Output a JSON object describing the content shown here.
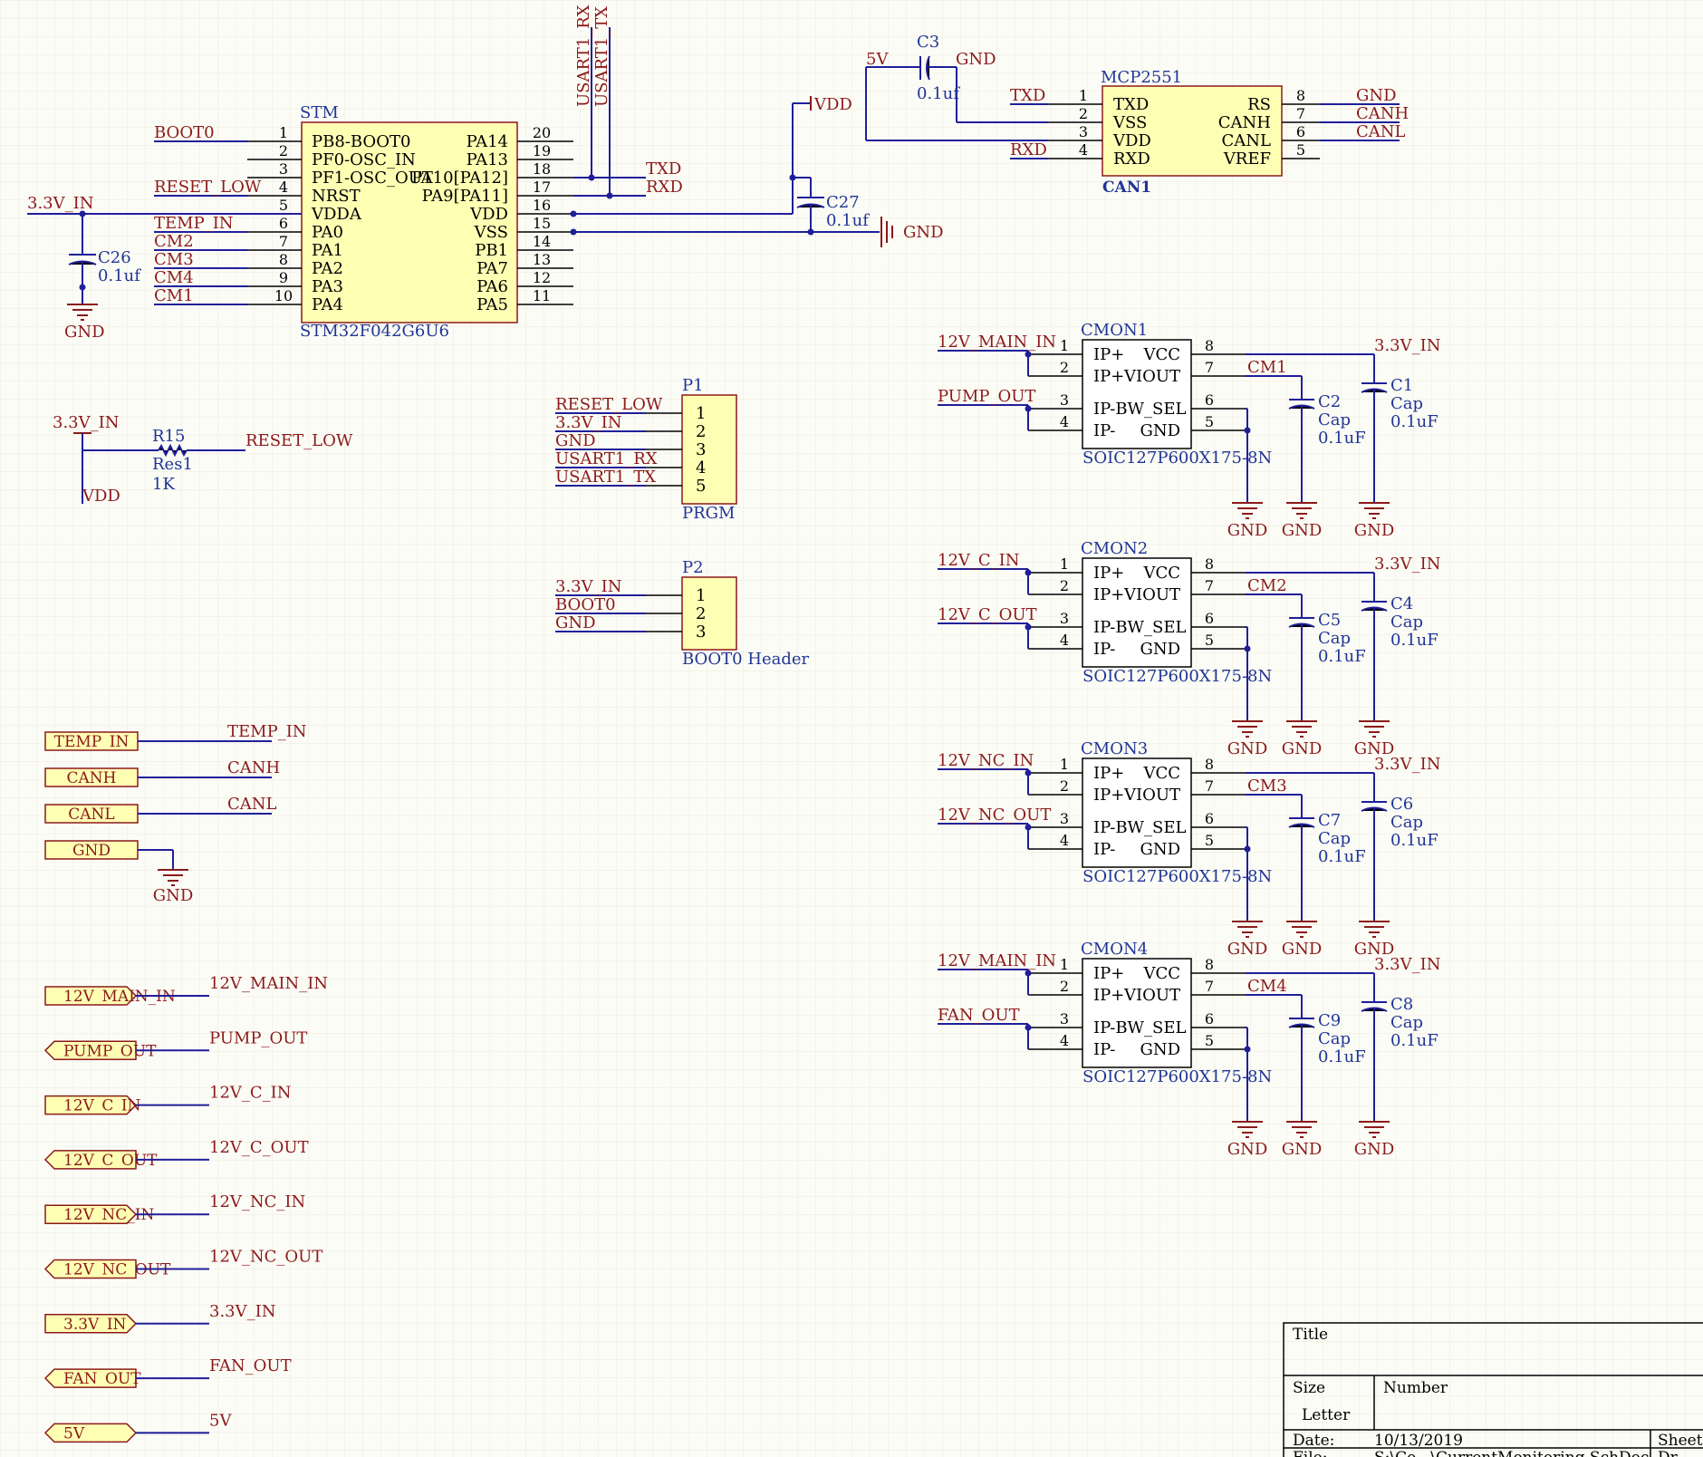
{
  "stm": {
    "designator": "STM",
    "part": "STM32F042G6U6",
    "left_pins": [
      {
        "num": "1",
        "name": "PB8-BOOT0",
        "net": "BOOT0"
      },
      {
        "num": "2",
        "name": "PF0-OSC_IN",
        "net": ""
      },
      {
        "num": "3",
        "name": "PF1-OSC_OUT",
        "net": ""
      },
      {
        "num": "4",
        "name": "NRST",
        "net": "RESET_LOW"
      },
      {
        "num": "5",
        "name": "VDDA",
        "net": ""
      },
      {
        "num": "6",
        "name": "PA0",
        "net": "TEMP_IN"
      },
      {
        "num": "7",
        "name": "PA1",
        "net": "CM2"
      },
      {
        "num": "8",
        "name": "PA2",
        "net": "CM3"
      },
      {
        "num": "9",
        "name": "PA3",
        "net": "CM4"
      },
      {
        "num": "10",
        "name": "PA4",
        "net": "CM1"
      }
    ],
    "right_pins": [
      {
        "num": "20",
        "name": "PA14"
      },
      {
        "num": "19",
        "name": "PA13"
      },
      {
        "num": "18",
        "name": "PA10[PA12]"
      },
      {
        "num": "17",
        "name": "PA9[PA11]"
      },
      {
        "num": "16",
        "name": "VDD"
      },
      {
        "num": "15",
        "name": "VSS"
      },
      {
        "num": "14",
        "name": "PB1"
      },
      {
        "num": "13",
        "name": "PA7"
      },
      {
        "num": "12",
        "name": "PA6"
      },
      {
        "num": "11",
        "name": "PA5"
      }
    ],
    "net_33": "3.3V_IN",
    "c26": {
      "ref": "C26",
      "value": "0.1uf"
    },
    "gnd": "GND",
    "txd": "TXD",
    "rxd": "RXD",
    "usart_rx": "USART1_RX",
    "usart_tx": "USART1_TX",
    "vdd": "VDD",
    "c27": {
      "ref": "C27",
      "value": "0.1uf"
    },
    "gnd2": "GND"
  },
  "can": {
    "part": "MCP2551",
    "designator": "CAN1",
    "left_pins": [
      {
        "num": "1",
        "name": "TXD",
        "net": "TXD"
      },
      {
        "num": "2",
        "name": "VSS",
        "net": ""
      },
      {
        "num": "3",
        "name": "VDD",
        "net": ""
      },
      {
        "num": "4",
        "name": "RXD",
        "net": "RXD"
      }
    ],
    "right_pins": [
      {
        "num": "8",
        "name": "RS",
        "net": "GND"
      },
      {
        "num": "7",
        "name": "CANH",
        "net": "CANH"
      },
      {
        "num": "6",
        "name": "CANL",
        "net": "CANL"
      },
      {
        "num": "5",
        "name": "VREF",
        "net": ""
      }
    ],
    "c3": {
      "ref": "C3",
      "value": "0.1uf"
    },
    "net_5v": "5V",
    "net_gnd": "GND"
  },
  "reset": {
    "net_33": "3.3V_IN",
    "ref": "R15",
    "comment": "Res1",
    "value": "1K",
    "net_out": "RESET_LOW",
    "net_vdd": "VDD"
  },
  "p1": {
    "ref": "P1",
    "comment": "PRGM",
    "pins": [
      {
        "num": "1",
        "net": "RESET_LOW"
      },
      {
        "num": "2",
        "net": "3.3V_IN"
      },
      {
        "num": "3",
        "net": "GND"
      },
      {
        "num": "4",
        "net": "USART1_RX"
      },
      {
        "num": "5",
        "net": "USART1_TX"
      }
    ]
  },
  "p2": {
    "ref": "P2",
    "comment": "BOOT0 Header",
    "pins": [
      {
        "num": "1",
        "net": "3.3V_IN"
      },
      {
        "num": "2",
        "net": "BOOT0"
      },
      {
        "num": "3",
        "net": "GND"
      }
    ]
  },
  "ports_top": [
    {
      "label": "TEMP_IN",
      "net": "TEMP_IN"
    },
    {
      "label": "CANH",
      "net": "CANH"
    },
    {
      "label": "CANL",
      "net": "CANL"
    },
    {
      "label": "GND",
      "net": "GND"
    }
  ],
  "ports_bottom": [
    {
      "label": "12V_MAIN_IN",
      "net": "12V_MAIN_IN",
      "dir": "in"
    },
    {
      "label": "PUMP_OUT",
      "net": "PUMP_OUT",
      "dir": "out"
    },
    {
      "label": "12V_C_IN",
      "net": "12V_C_IN",
      "dir": "in"
    },
    {
      "label": "12V_C_OUT",
      "net": "12V_C_OUT",
      "dir": "out"
    },
    {
      "label": "12V_NC_IN",
      "net": "12V_NC_IN",
      "dir": "in"
    },
    {
      "label": "12V_NC_OUT",
      "net": "12V_NC_OUT",
      "dir": "out"
    },
    {
      "label": "3.3V_IN",
      "net": "3.3V_IN",
      "dir": "in"
    },
    {
      "label": "FAN_OUT",
      "net": "FAN_OUT",
      "dir": "out"
    },
    {
      "label": "5V",
      "net": "5V",
      "dir": "bi"
    }
  ],
  "cmon": [
    {
      "ref": "CMON1",
      "in_net": "12V_MAIN_IN",
      "out_net": "PUMP_OUT",
      "cm": "CM1",
      "vcc_net": "3.3V_IN",
      "ca": "C2",
      "cb": "C1"
    },
    {
      "ref": "CMON2",
      "in_net": "12V_C_IN",
      "out_net": "12V_C_OUT",
      "cm": "CM2",
      "vcc_net": "3.3V_IN",
      "ca": "C5",
      "cb": "C4"
    },
    {
      "ref": "CMON3",
      "in_net": "12V_NC_IN",
      "out_net": "12V_NC_OUT",
      "cm": "CM3",
      "vcc_net": "3.3V_IN",
      "ca": "C7",
      "cb": "C6"
    },
    {
      "ref": "CMON4",
      "in_net": "12V_MAIN_IN",
      "out_net": "FAN_OUT",
      "cm": "CM4",
      "vcc_net": "3.3V_IN",
      "ca": "C9",
      "cb": "C8"
    }
  ],
  "cmon_common": {
    "footprint": "SOIC127P600X175-8N",
    "cap_comment": "Cap",
    "cap_value": "0.1uF",
    "gnd": "GND",
    "pins_left": [
      {
        "num": "1",
        "name": "IP+"
      },
      {
        "num": "2",
        "name": "IP+"
      },
      {
        "num": "3",
        "name": "IP-BW_SEL"
      },
      {
        "num": "4",
        "name": "IP-"
      }
    ],
    "pins_right": [
      {
        "num": "8",
        "name": "VCC"
      },
      {
        "num": "7",
        "name": "VIOUT"
      },
      {
        "num": "6",
        "name": ""
      },
      {
        "num": "5",
        "name": "GND"
      }
    ]
  },
  "title_block": {
    "title_label": "Title",
    "size_label": "Size",
    "size_value": "Letter",
    "number_label": "Number",
    "date_label": "Date:",
    "date_value": "10/13/2019",
    "sheet_label": "Sheet",
    "file_label": "File:",
    "file_value": "S:\\Co...\\CurrentMonitoring.SchDoc",
    "drawn_label": "Dr..."
  }
}
